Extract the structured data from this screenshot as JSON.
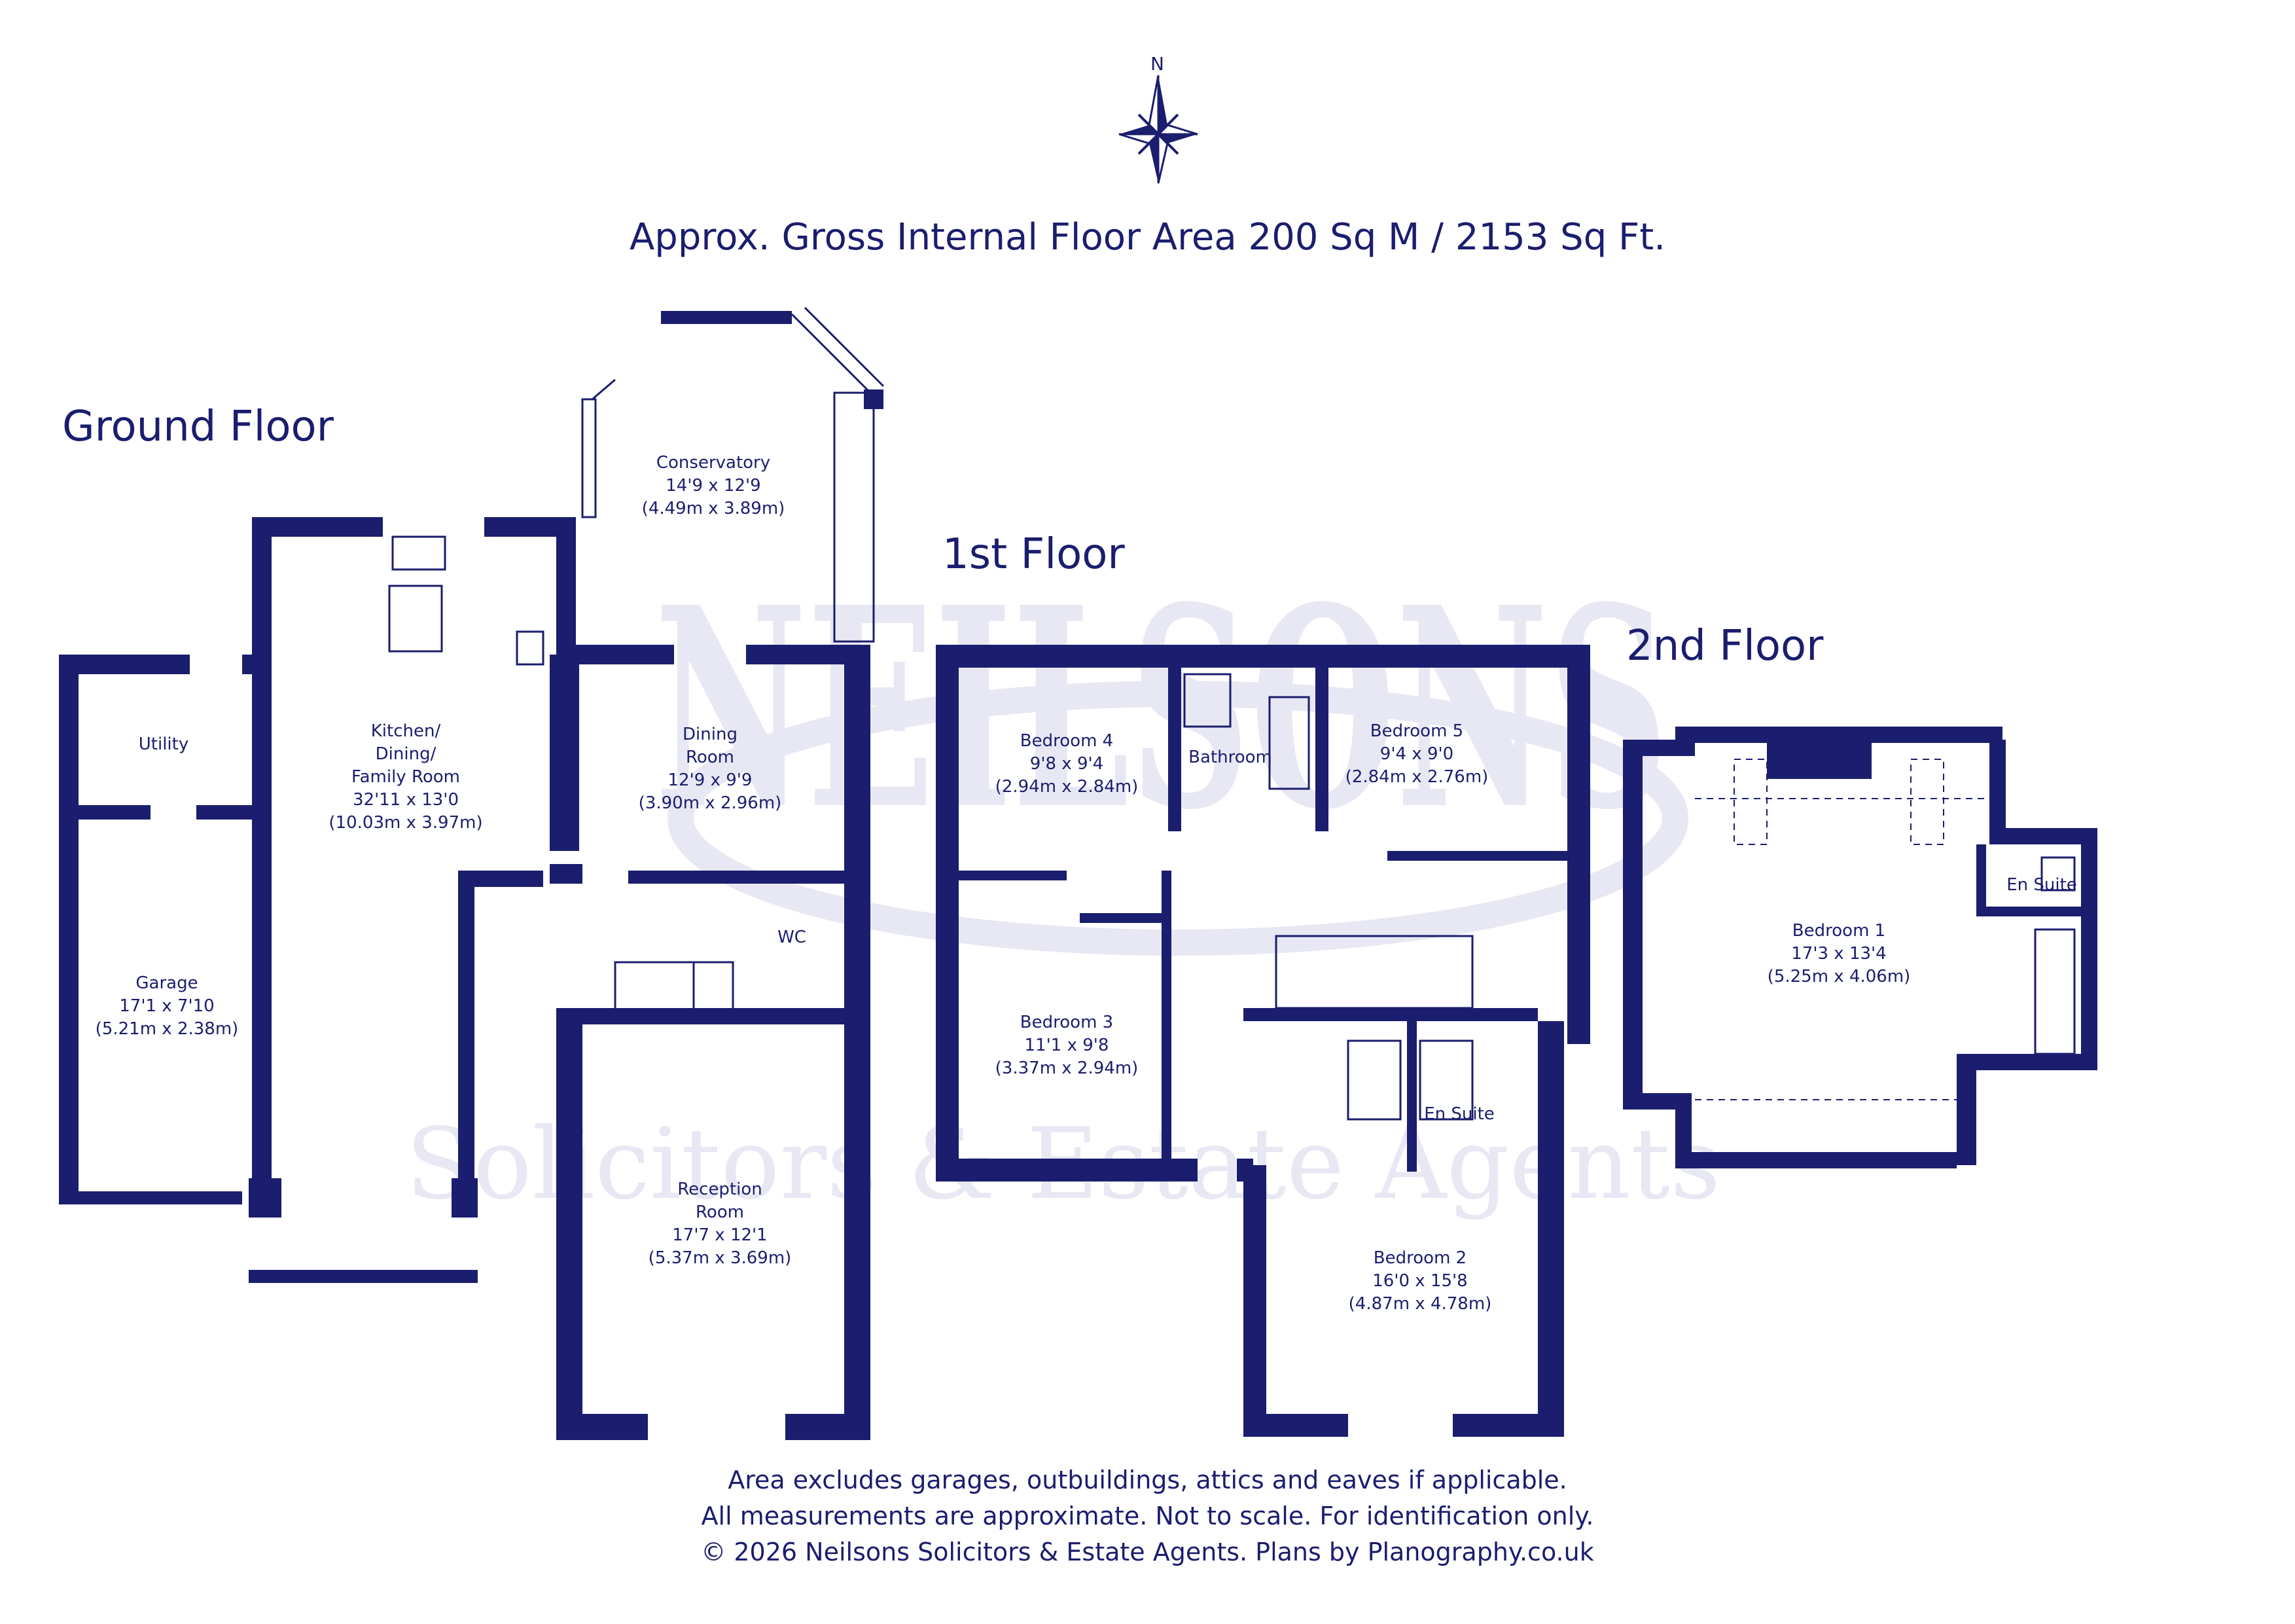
{
  "headline": "Approx. Gross Internal Floor Area 200 Sq M / 2153 Sq Ft.",
  "compass_letter": "N",
  "watermark": {
    "brand": "NEILSONS",
    "tagline": "Solicitors & Estate Agents"
  },
  "floors": {
    "ground": "Ground Floor",
    "first": "1st Floor",
    "second": "2nd Floor"
  },
  "rooms": {
    "conservatory": {
      "name": "Conservatory",
      "imperial": "14'9 x 12'9",
      "metric": "(4.49m x 3.89m)"
    },
    "utility": {
      "name": "Utility"
    },
    "kitchen": {
      "name1": "Kitchen/",
      "name2": "Dining/",
      "name3": "Family Room",
      "imperial": "32'11 x 13'0",
      "metric": "(10.03m x 3.97m)"
    },
    "dining": {
      "name1": "Dining",
      "name2": "Room",
      "imperial": "12'9 x 9'9",
      "metric": "(3.90m x 2.96m)"
    },
    "wc": {
      "name": "WC"
    },
    "garage": {
      "name": "Garage",
      "imperial": "17'1 x 7'10",
      "metric": "(5.21m x 2.38m)"
    },
    "reception": {
      "name1": "Reception",
      "name2": "Room",
      "imperial": "17'7 x 12'1",
      "metric": "(5.37m x 3.69m)"
    },
    "bedroom4": {
      "name": "Bedroom 4",
      "imperial": "9'8 x 9'4",
      "metric": "(2.94m x 2.84m)"
    },
    "bathroom": {
      "name": "Bathroom"
    },
    "bedroom5": {
      "name": "Bedroom 5",
      "imperial": "9'4 x 9'0",
      "metric": "(2.84m x 2.76m)"
    },
    "bedroom3": {
      "name": "Bedroom 3",
      "imperial": "11'1 x 9'8",
      "metric": "(3.37m x 2.94m)"
    },
    "ensuite1": {
      "name": "En Suite"
    },
    "bedroom2": {
      "name": "Bedroom 2",
      "imperial": "16'0 x 15'8",
      "metric": "(4.87m x 4.78m)"
    },
    "bedroom1": {
      "name": "Bedroom 1",
      "imperial": "17'3 x 13'4",
      "metric": "(5.25m x 4.06m)"
    },
    "ensuite2": {
      "name": "En Suite"
    }
  },
  "footer": {
    "line1": "Area excludes garages, outbuildings, attics and eaves if applicable.",
    "line2": "All measurements are approximate. Not to scale. For identification only.",
    "line3": "© 2026 Neilsons Solicitors & Estate Agents. Plans by Planography.co.uk"
  },
  "colors": {
    "ink": "#1b1d6e",
    "watermark": "#e7e8f3",
    "background": "#ffffff"
  }
}
